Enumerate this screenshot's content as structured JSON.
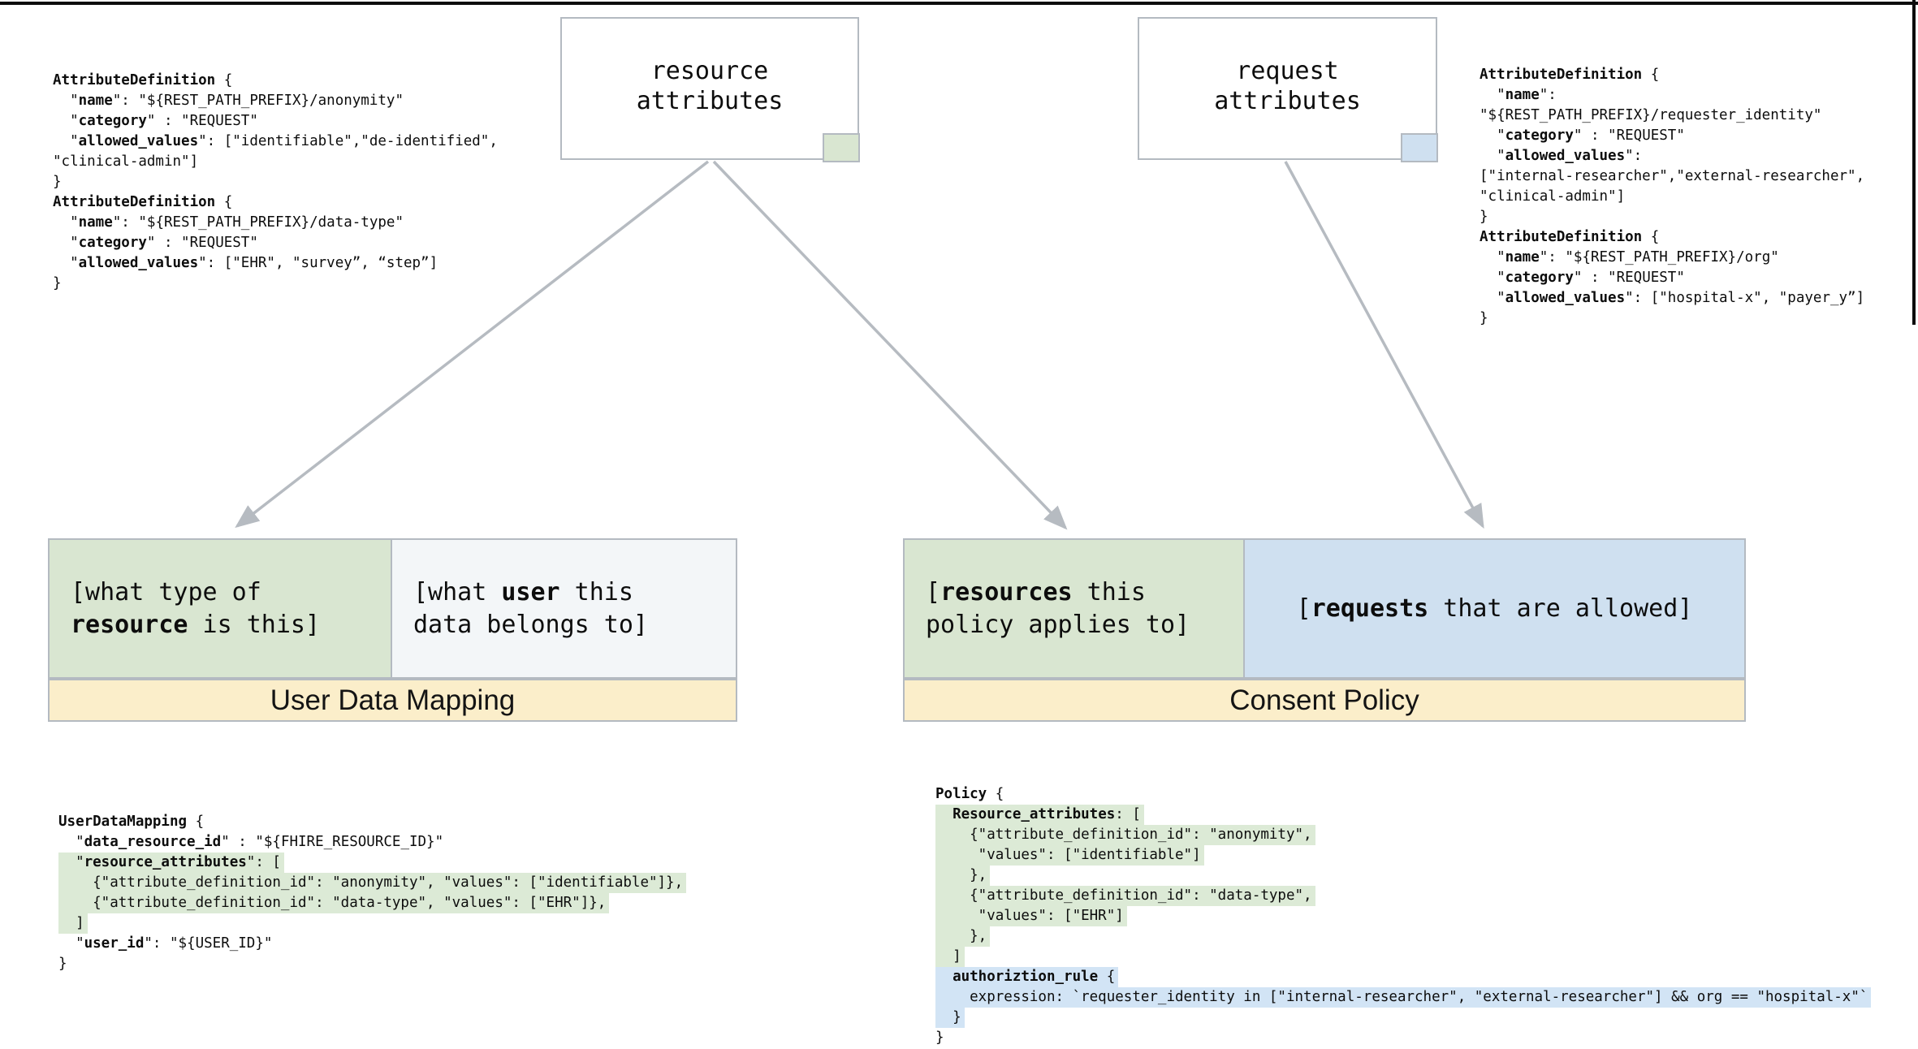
{
  "colors": {
    "green": "#d9e6d1",
    "blue": "#cfe0f0",
    "hl-green": "#dcead6",
    "hl-blue": "#d2e4f5",
    "yellow": "#fbeeca",
    "border": "#b4bac1",
    "arrow": "#b6bbc1"
  },
  "top_boxes": {
    "resource": {
      "label": "resource\nattributes",
      "corner_color_name": "green"
    },
    "request": {
      "label": "request\nattributes",
      "corner_color_name": "blue"
    }
  },
  "tables": {
    "user_data_mapping": {
      "title": "User Data Mapping",
      "cells": {
        "resource_type": [
          {
            "t": "[what type of\n"
          },
          {
            "t": "resource",
            "b": true
          },
          {
            "t": " is this]"
          }
        ],
        "user": [
          {
            "t": "[what "
          },
          {
            "t": "user",
            "b": true
          },
          {
            "t": " this\ndata belongs to]"
          }
        ]
      }
    },
    "consent_policy": {
      "title": "Consent Policy",
      "cells": {
        "resources": [
          {
            "t": "["
          },
          {
            "t": "resources",
            "b": true
          },
          {
            "t": " this\npolicy applies to]"
          }
        ],
        "requests": [
          {
            "t": "["
          },
          {
            "t": "requests",
            "b": true
          },
          {
            "t": " that are allowed]"
          }
        ]
      }
    }
  },
  "code_blocks": {
    "resource_attribute_definitions": {
      "lines": [
        {
          "s": [
            {
              "t": "AttributeDefinition",
              "b": true
            },
            {
              "t": " {"
            }
          ]
        },
        {
          "s": [
            {
              "t": "  \""
            },
            {
              "t": "name",
              "b": true
            },
            {
              "t": "\": \"${REST_PATH_PREFIX}/anonymity\""
            }
          ]
        },
        {
          "s": [
            {
              "t": "  \""
            },
            {
              "t": "category",
              "b": true
            },
            {
              "t": "\" : \"REQUEST\""
            }
          ]
        },
        {
          "s": [
            {
              "t": "  \""
            },
            {
              "t": "allowed_values",
              "b": true
            },
            {
              "t": "\": [\"identifiable\",\"de-identified\","
            }
          ]
        },
        {
          "s": [
            {
              "t": "\"clinical-admin\"]"
            }
          ]
        },
        {
          "s": [
            {
              "t": "}"
            }
          ]
        },
        {
          "s": [
            {
              "t": "AttributeDefinition",
              "b": true
            },
            {
              "t": " {"
            }
          ]
        },
        {
          "s": [
            {
              "t": "  \""
            },
            {
              "t": "name",
              "b": true
            },
            {
              "t": "\": \"${REST_PATH_PREFIX}/data-type\""
            }
          ]
        },
        {
          "s": [
            {
              "t": "  \""
            },
            {
              "t": "category",
              "b": true
            },
            {
              "t": "\" : \"REQUEST\""
            }
          ]
        },
        {
          "s": [
            {
              "t": "  \""
            },
            {
              "t": "allowed_values",
              "b": true
            },
            {
              "t": "\": [\"EHR\", \"survey”, “step”]"
            }
          ]
        },
        {
          "s": [
            {
              "t": "}"
            }
          ]
        }
      ]
    },
    "request_attribute_definitions": {
      "lines": [
        {
          "s": [
            {
              "t": "AttributeDefinition",
              "b": true
            },
            {
              "t": " {"
            }
          ]
        },
        {
          "s": [
            {
              "t": "  \""
            },
            {
              "t": "name",
              "b": true
            },
            {
              "t": "\":"
            }
          ]
        },
        {
          "s": [
            {
              "t": "\"${REST_PATH_PREFIX}/requester_identity\""
            }
          ]
        },
        {
          "s": [
            {
              "t": "  \""
            },
            {
              "t": "category",
              "b": true
            },
            {
              "t": "\" : \"REQUEST\""
            }
          ]
        },
        {
          "s": [
            {
              "t": "  \""
            },
            {
              "t": "allowed_values",
              "b": true
            },
            {
              "t": "\":"
            }
          ]
        },
        {
          "s": [
            {
              "t": "[\"internal-researcher\",\"external-researcher\","
            }
          ]
        },
        {
          "s": [
            {
              "t": "\"clinical-admin\"]"
            }
          ]
        },
        {
          "s": [
            {
              "t": "}"
            }
          ]
        },
        {
          "s": [
            {
              "t": "AttributeDefinition",
              "b": true
            },
            {
              "t": " {"
            }
          ]
        },
        {
          "s": [
            {
              "t": "  \""
            },
            {
              "t": "name",
              "b": true
            },
            {
              "t": "\": \"${REST_PATH_PREFIX}/org\""
            }
          ]
        },
        {
          "s": [
            {
              "t": "  \""
            },
            {
              "t": "category",
              "b": true
            },
            {
              "t": "\" : \"REQUEST\""
            }
          ]
        },
        {
          "s": [
            {
              "t": "  \""
            },
            {
              "t": "allowed_values",
              "b": true
            },
            {
              "t": "\": [\"hospital-x\", \"payer_y”]"
            }
          ]
        },
        {
          "s": [
            {
              "t": "}"
            }
          ]
        }
      ]
    },
    "user_data_mapping_example": {
      "lines": [
        {
          "s": [
            {
              "t": "UserDataMapping",
              "b": true
            },
            {
              "t": " {"
            }
          ]
        },
        {
          "s": [
            {
              "t": "  \""
            },
            {
              "t": "data_resource_id",
              "b": true
            },
            {
              "t": "\" : \"${FHIRE_RESOURCE_ID}\""
            }
          ]
        },
        {
          "h": "green",
          "s": [
            {
              "t": "  \""
            },
            {
              "t": "resource_attributes",
              "b": true
            },
            {
              "t": "\": ["
            }
          ]
        },
        {
          "h": "green",
          "s": [
            {
              "t": "    {\"attribute_definition_id\": \"anonymity\", \"values\": [\"identifiable\"]},"
            }
          ]
        },
        {
          "h": "green",
          "s": [
            {
              "t": "    {\"attribute_definition_id\": \"data-type\", \"values\": [\"EHR\"]},"
            }
          ]
        },
        {
          "h": "green",
          "s": [
            {
              "t": "  ]"
            }
          ]
        },
        {
          "s": [
            {
              "t": "  \""
            },
            {
              "t": "user_id",
              "b": true
            },
            {
              "t": "\": \"${USER_ID}\""
            }
          ]
        },
        {
          "s": [
            {
              "t": "}"
            }
          ]
        }
      ]
    },
    "consent_policy_example": {
      "lines": [
        {
          "s": [
            {
              "t": "Policy",
              "b": true
            },
            {
              "t": " {"
            }
          ]
        },
        {
          "h": "green",
          "s": [
            {
              "t": "  "
            },
            {
              "t": "Resource_attributes",
              "b": true
            },
            {
              "t": ": ["
            }
          ]
        },
        {
          "h": "green",
          "s": [
            {
              "t": "    {\"attribute_definition_id\": \"anonymity\","
            }
          ]
        },
        {
          "h": "green",
          "s": [
            {
              "t": "     \"values\": [\"identifiable\"]"
            }
          ]
        },
        {
          "h": "green",
          "s": [
            {
              "t": "    },"
            }
          ]
        },
        {
          "h": "green",
          "s": [
            {
              "t": "    {\"attribute_definition_id\": \"data-type\","
            }
          ]
        },
        {
          "h": "green",
          "s": [
            {
              "t": "     \"values\": [\"EHR\"]"
            }
          ]
        },
        {
          "h": "green",
          "s": [
            {
              "t": "    },"
            }
          ]
        },
        {
          "h": "green",
          "s": [
            {
              "t": "  ]"
            }
          ]
        },
        {
          "h": "blue",
          "s": [
            {
              "t": "  "
            },
            {
              "t": "authoriztion_rule",
              "b": true
            },
            {
              "t": " {"
            }
          ]
        },
        {
          "h": "blue",
          "s": [
            {
              "t": "    expression: `requester_identity in [\"internal-researcher\", \"external-researcher\"] && org == \"hospital-x\"`"
            }
          ]
        },
        {
          "h": "blue",
          "s": [
            {
              "t": "  }"
            }
          ]
        },
        {
          "s": [
            {
              "t": "}"
            }
          ]
        }
      ]
    }
  }
}
